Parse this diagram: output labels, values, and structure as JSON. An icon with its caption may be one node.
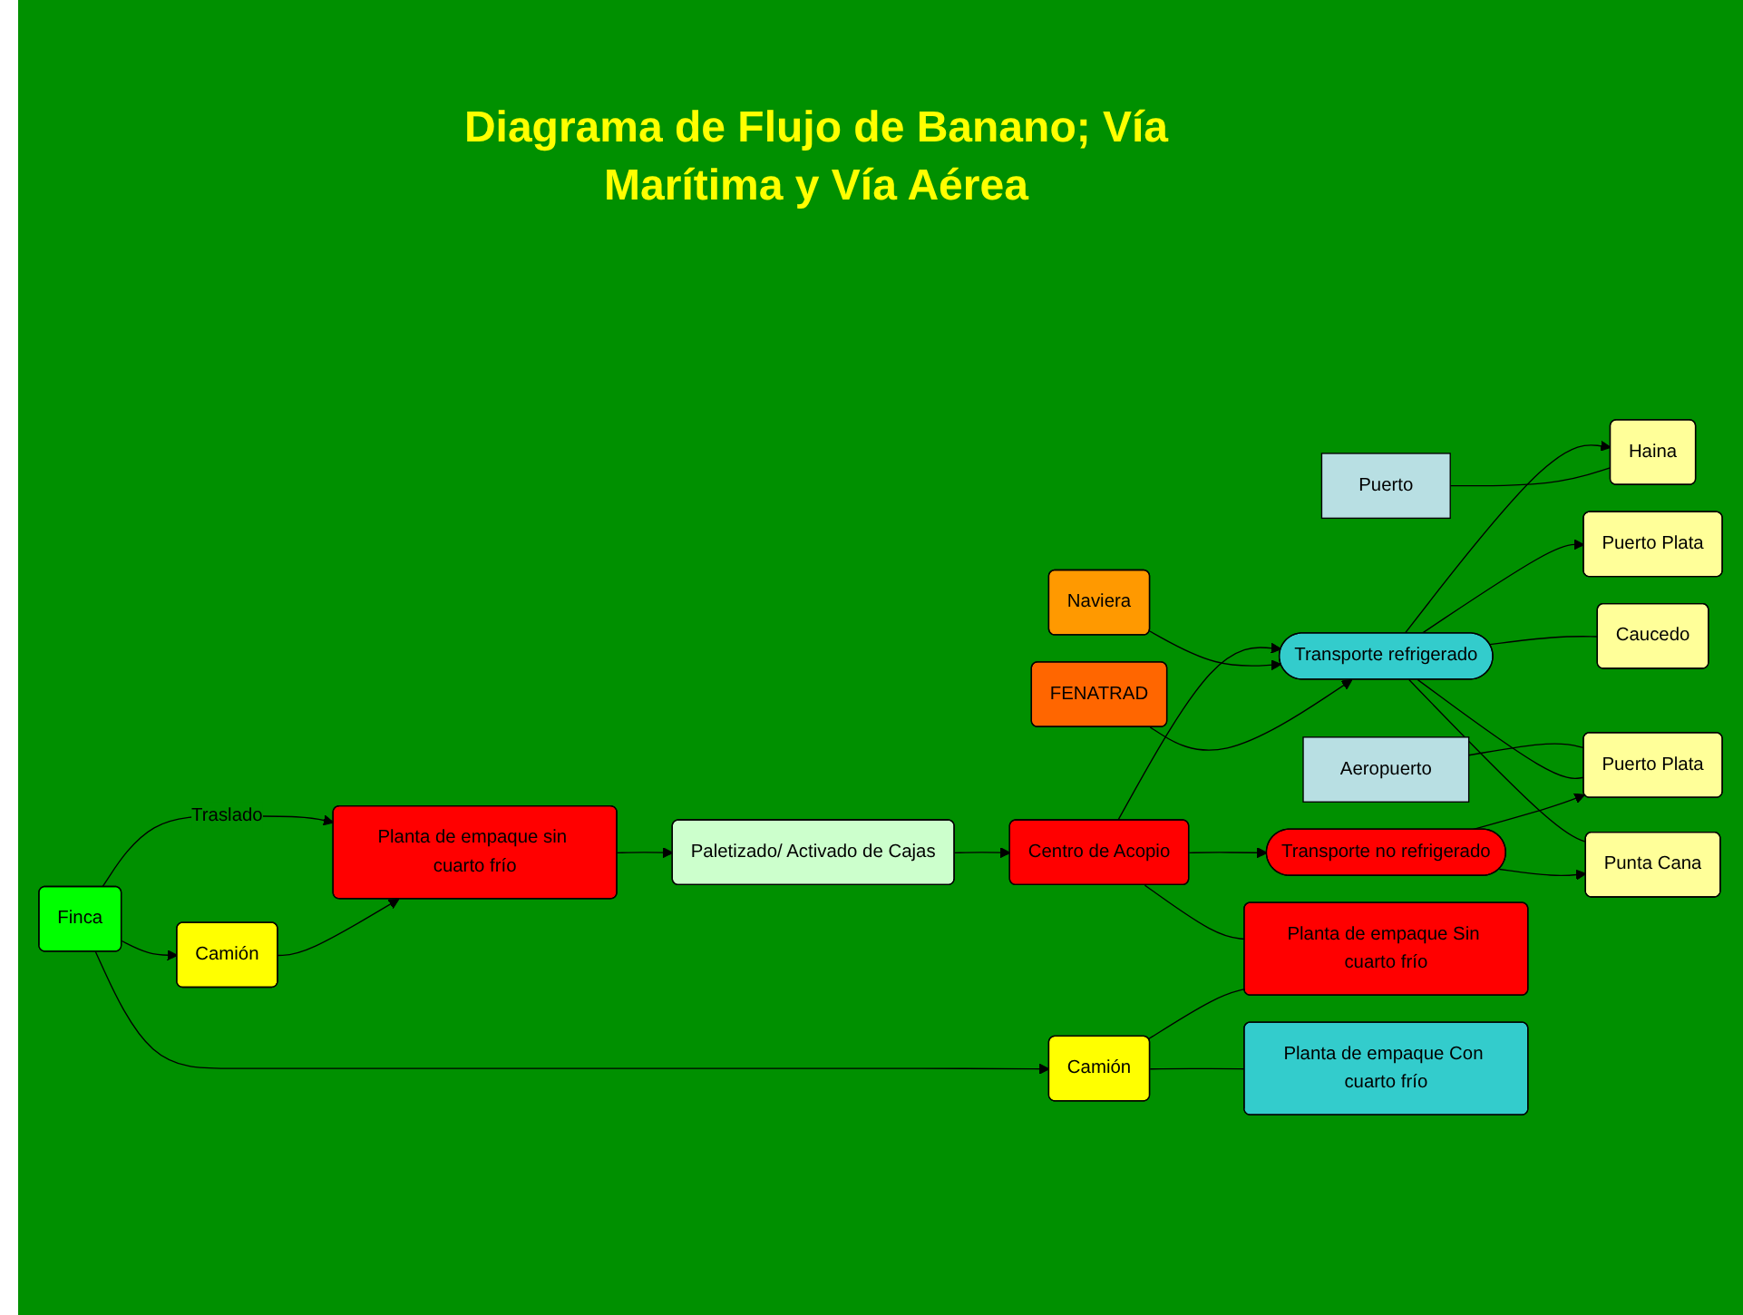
{
  "diagram": {
    "title": "Diagrama de Flujo de Banano; Vía Marítima y Vía Aérea",
    "nodes": [
      {
        "text": [
          "Finca"
        ]
      },
      {
        "text": [
          "Camión"
        ]
      },
      {
        "text": [
          "Planta de empaque sin cuarto frío"
        ]
      },
      {
        "text": [
          "Paletizado/ Activado de Cajas"
        ]
      },
      {
        "text": [
          "Centro de Acopio"
        ]
      },
      {
        "text": [
          "Naviera"
        ]
      },
      {
        "text": [
          "Transporte refrigerado"
        ]
      },
      {
        "text": [
          "Puerto"
        ]
      },
      {
        "text": [
          "Haina"
        ]
      },
      {
        "text": [
          "Puerto Plata"
        ]
      },
      {
        "text": [
          "Caucedo"
        ]
      },
      {
        "text": [
          "FENATRAD"
        ]
      },
      {
        "text": [
          "Aeropuerto"
        ]
      },
      {
        "text": [
          "Puerto Plata"
        ]
      },
      {
        "text": [
          "Punta Cana"
        ]
      },
      {
        "text": [
          "Transporte no refrigerado"
        ]
      },
      {
        "text": [
          "Planta de empaque Sin cuarto frío"
        ]
      },
      {
        "text": [
          "Camión"
        ]
      },
      {
        "text": [
          "Planta de empaque Con cuarto frío"
        ]
      }
    ],
    "edges": [
      {
        "from": 0,
        "to": 1,
        "arrow": "to"
      },
      {
        "from": 0,
        "to": 2,
        "arrow": "to",
        "label": "Traslado"
      },
      {
        "from": 1,
        "to": 2,
        "arrow": "to"
      },
      {
        "from": 2,
        "to": 3,
        "arrow": "to"
      },
      {
        "from": 3,
        "to": 4,
        "arrow": "to"
      },
      {
        "from": 4,
        "to": 6,
        "arrow": "to"
      },
      {
        "from": 5,
        "to": 6,
        "arrow": "to"
      },
      {
        "from": 11,
        "to": 6,
        "arrow": "to"
      },
      {
        "from": 6,
        "to": 8,
        "arrow": "to"
      },
      {
        "from": 6,
        "to": 9,
        "arrow": "to"
      },
      {
        "from": 6,
        "to": 10,
        "arrow": "none"
      },
      {
        "from": 7,
        "to": 8,
        "arrow": "none"
      },
      {
        "from": 12,
        "to": 13,
        "arrow": "none"
      },
      {
        "from": 6,
        "to": 13,
        "arrow": "none"
      },
      {
        "from": 6,
        "to": 14,
        "arrow": "none"
      },
      {
        "from": 4,
        "to": 15,
        "arrow": "to"
      },
      {
        "from": 15,
        "to": 13,
        "arrow": "to"
      },
      {
        "from": 15,
        "to": 14,
        "arrow": "to"
      },
      {
        "from": 4,
        "to": 16,
        "arrow": "none"
      },
      {
        "from": 0,
        "to": 17,
        "arrow": "to"
      },
      {
        "from": 17,
        "to": 16,
        "arrow": "none"
      },
      {
        "from": 17,
        "to": 18,
        "arrow": "none"
      }
    ]
  }
}
